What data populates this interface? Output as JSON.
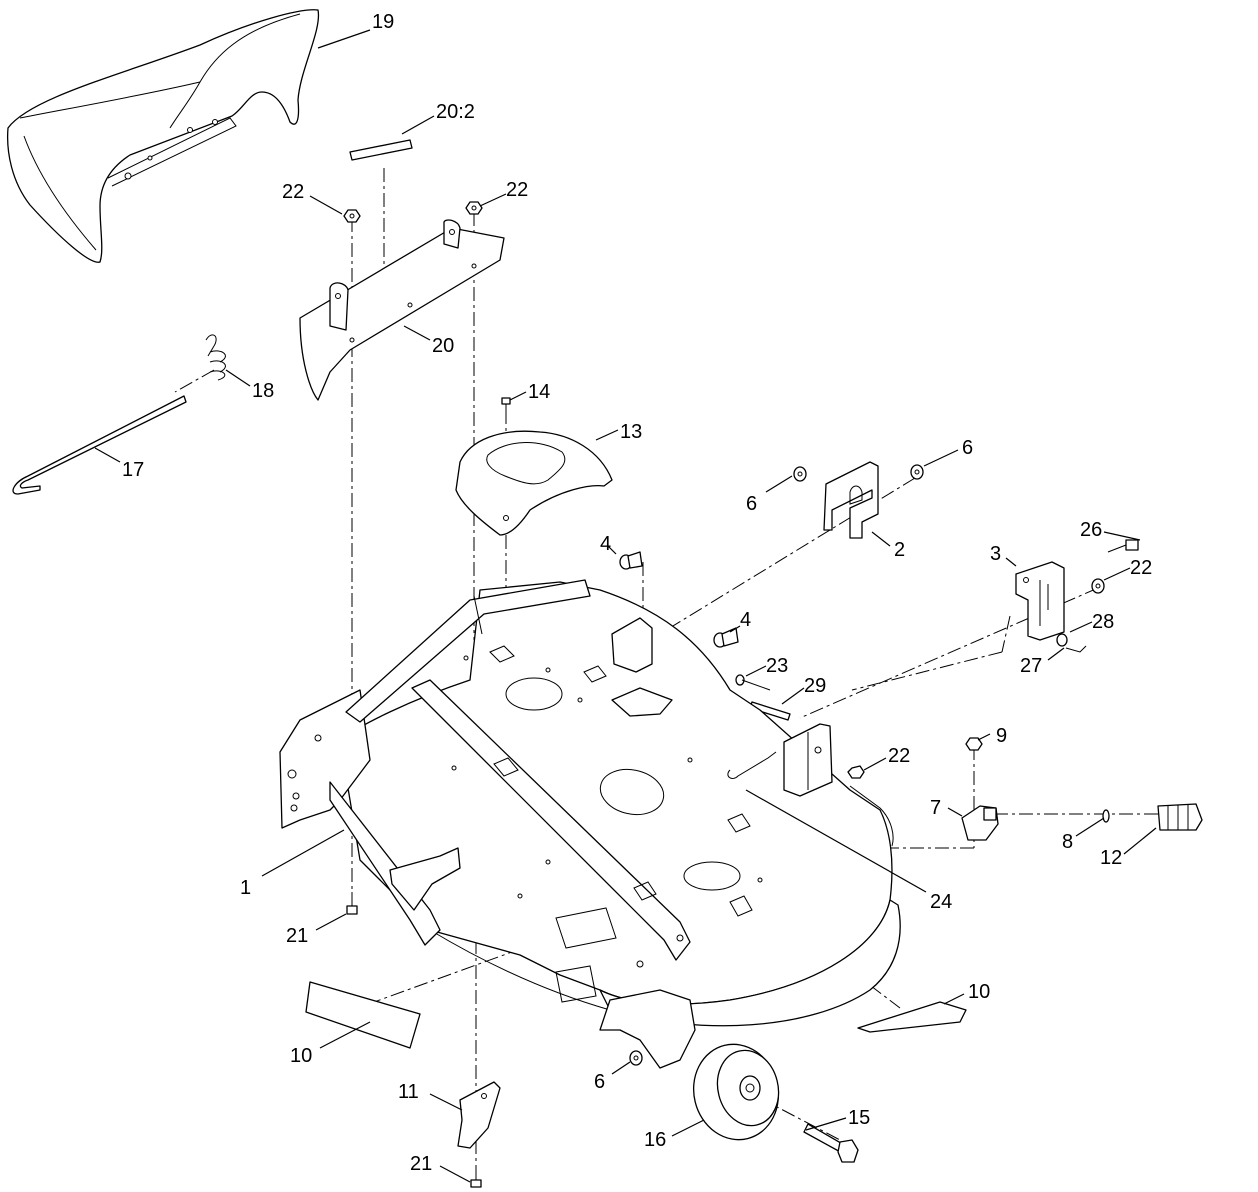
{
  "diagram": {
    "type": "exploded-parts-view",
    "callouts": [
      {
        "id": "c19",
        "label": "19"
      },
      {
        "id": "c20-2",
        "label": "20:2"
      },
      {
        "id": "c22-a",
        "label": "22"
      },
      {
        "id": "c22-b",
        "label": "22"
      },
      {
        "id": "c20",
        "label": "20"
      },
      {
        "id": "c18",
        "label": "18"
      },
      {
        "id": "c17",
        "label": "17"
      },
      {
        "id": "c14",
        "label": "14"
      },
      {
        "id": "c13",
        "label": "13"
      },
      {
        "id": "c6-a",
        "label": "6"
      },
      {
        "id": "c6-b",
        "label": "6"
      },
      {
        "id": "c2",
        "label": "2"
      },
      {
        "id": "c4-a",
        "label": "4"
      },
      {
        "id": "c4-b",
        "label": "4"
      },
      {
        "id": "c26",
        "label": "26"
      },
      {
        "id": "c3",
        "label": "3"
      },
      {
        "id": "c22-c",
        "label": "22"
      },
      {
        "id": "c28",
        "label": "28"
      },
      {
        "id": "c27",
        "label": "27"
      },
      {
        "id": "c23",
        "label": "23"
      },
      {
        "id": "c29",
        "label": "29"
      },
      {
        "id": "c22-d",
        "label": "22"
      },
      {
        "id": "c9",
        "label": "9"
      },
      {
        "id": "c7",
        "label": "7"
      },
      {
        "id": "c8",
        "label": "8"
      },
      {
        "id": "c12",
        "label": "12"
      },
      {
        "id": "c24",
        "label": "24"
      },
      {
        "id": "c1",
        "label": "1"
      },
      {
        "id": "c21-a",
        "label": "21"
      },
      {
        "id": "c10-a",
        "label": "10"
      },
      {
        "id": "c10-b",
        "label": "10"
      },
      {
        "id": "c6-c",
        "label": "6"
      },
      {
        "id": "c11",
        "label": "11"
      },
      {
        "id": "c15",
        "label": "15"
      },
      {
        "id": "c16",
        "label": "16"
      },
      {
        "id": "c21-b",
        "label": "21"
      }
    ]
  }
}
